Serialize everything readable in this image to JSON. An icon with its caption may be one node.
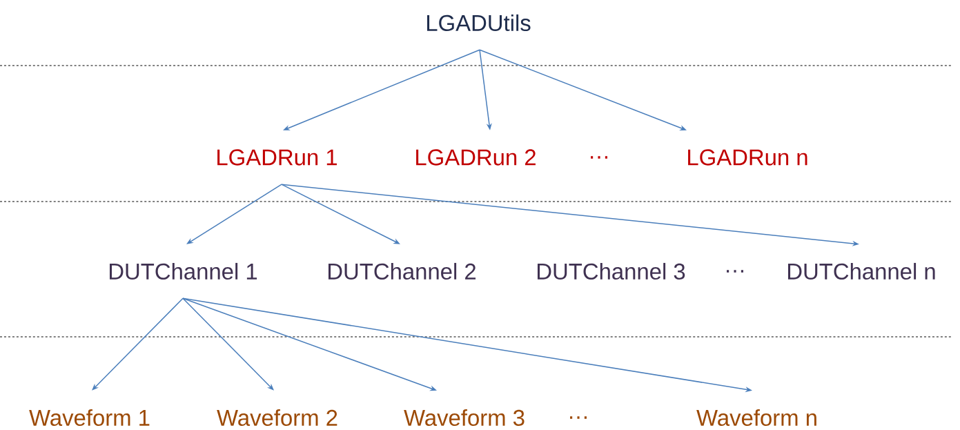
{
  "diagram": {
    "nodes": [
      {
        "text": [
          "LGADUtils"
        ]
      },
      {
        "text": [
          "LGADRun 1"
        ]
      },
      {
        "text": [
          "LGADRun 2"
        ]
      },
      {
        "text": [
          "LGADRun n"
        ]
      },
      {
        "text": [
          "DUTChannel 1"
        ]
      },
      {
        "text": [
          "DUTChannel 2"
        ]
      },
      {
        "text": [
          "DUTChannel n"
        ]
      },
      {
        "text": [
          "Waveform 1"
        ]
      },
      {
        "text": [
          "Waveform 2"
        ]
      },
      {
        "text": [
          "Waveform 3"
        ]
      },
      {
        "text": [
          "Waveform n"
        ]
      }
    ],
    "edges": [
      {
        "from": 0,
        "to": 1,
        "arrow": "to"
      },
      {
        "from": 0,
        "to": 2,
        "arrow": "to"
      },
      {
        "from": 0,
        "to": 3,
        "arrow": "to"
      },
      {
        "from": 1,
        "to": 4,
        "arrow": "to"
      },
      {
        "from": 1,
        "to": 5,
        "arrow": "to"
      },
      {
        "from": 1,
        "to": 6,
        "arrow": "to"
      },
      {
        "from": 4,
        "to": 7,
        "arrow": "to"
      },
      {
        "from": 4,
        "to": 8,
        "arrow": "to"
      },
      {
        "from": 4,
        "to": 9,
        "arrow": "to"
      },
      {
        "from": 4,
        "to": 10,
        "arrow": "to"
      }
    ],
    "labels": [
      "…",
      "DUTChannel 3",
      "…",
      "…"
    ]
  }
}
